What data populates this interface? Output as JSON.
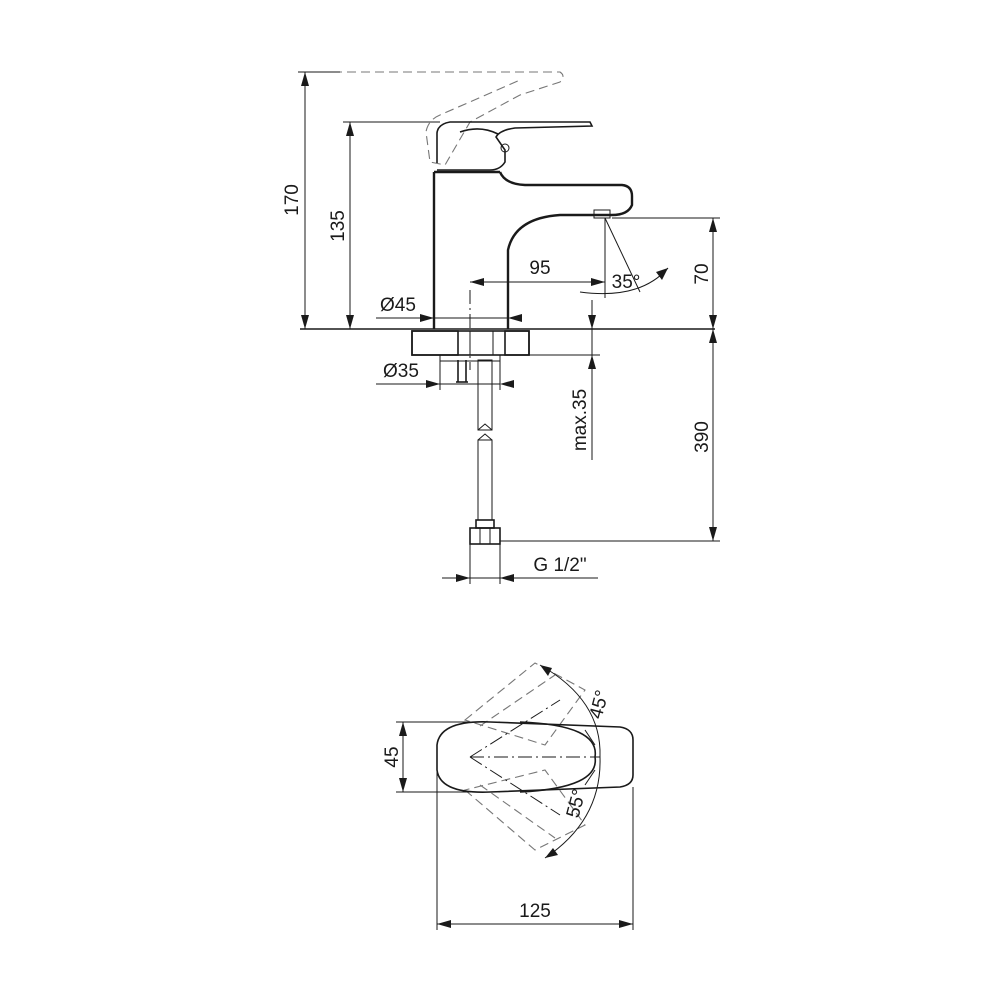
{
  "side_view": {
    "dims": {
      "total_height": "170",
      "body_height": "135",
      "spout_reach": "95",
      "spout_height": "70",
      "spout_angle": "35°",
      "body_diameter": "Ø45",
      "hole_diameter": "Ø35",
      "max_thickness": "max.35",
      "hose_length": "390",
      "connection": "G 1/2\""
    }
  },
  "top_view": {
    "dims": {
      "width": "45",
      "length": "125",
      "angle_left": "45°",
      "angle_right": "55°"
    }
  }
}
